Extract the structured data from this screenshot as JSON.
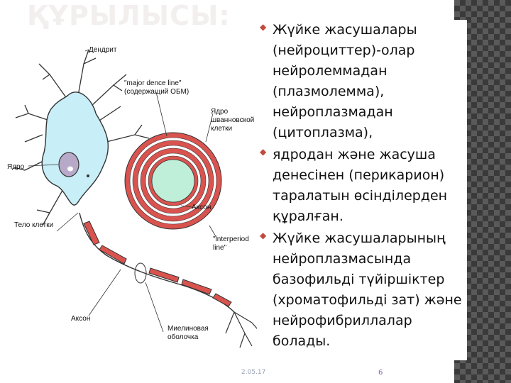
{
  "slide": {
    "title": "ҚҰРЫЛЫСЫ:",
    "bullets": [
      "Жүйке жасушалары (нейроциттер)-олар нейролеммадан (плазмолемма), нейроплазмадан (цитоплазма),",
      "ядродан және жасуша денесінен (перикарион) таралатын өсінділерден құралған.",
      "Жүйке жасушаларының нейроплазмасында базофильді түйіршіктер (хроматофильді зат) және нейрофибриллалар болады."
    ],
    "footer_date": "2.05.17",
    "page_number": "6"
  },
  "diagram": {
    "labels": {
      "dendrite": "Дендрит",
      "major_line_1": "\"major dence line\"",
      "major_line_2": "(содержащий ОБМ)",
      "schwann_1": "Ядро",
      "schwann_2": "шванновской",
      "schwann_3": "клетки",
      "nucleus": "Ядро",
      "axon_cross": "Аксон",
      "cell_body": "Тело клетки",
      "interperiod_1": "\"interperiod",
      "interperiod_2": "line\"",
      "axon": "Аксон",
      "myelin_1": "Миелиновая",
      "myelin_2": "оболочка"
    },
    "colors": {
      "soma": "#c8eef7",
      "nucleus": "#b9a9c9",
      "myelin": "#d9534f",
      "axon_core": "#bfefd9"
    }
  }
}
